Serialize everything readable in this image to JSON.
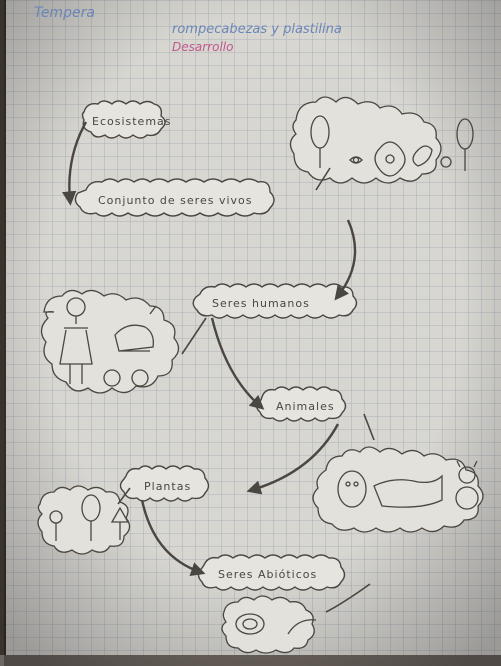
{
  "header": {
    "materials_left": "Tempera",
    "materials_right": "rompecabezas y plastilina",
    "subtitle": "Desarrollo"
  },
  "nodes": {
    "ecosistemas": "Ecosistemas",
    "conjunto": "Conjunto de seres vivos",
    "seres_humanos": "Seres humanos",
    "animales": "Animales",
    "plantas": "Plantas",
    "seres_abioticos": "Seres Abióticos"
  },
  "colors": {
    "paper": "#d8d6d1",
    "grid": "#9ea8b3",
    "pencil": "#4a4642",
    "blue_ink": "#6a86b8",
    "pink_ink": "#c0588e"
  }
}
